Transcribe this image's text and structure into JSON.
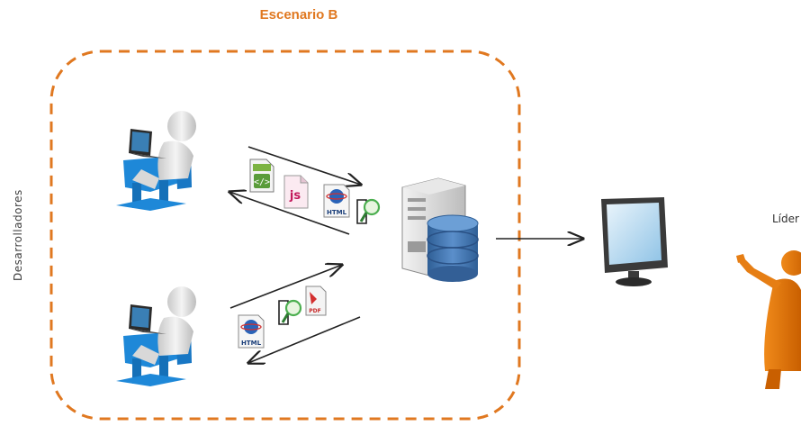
{
  "title": "Escenario B",
  "left_label": "Desarrolladores",
  "right_label": "Líder",
  "icons": {
    "html_label": "HTML",
    "js_label": "JS",
    "pdf_label": "PDF"
  },
  "colors": {
    "accent_orange": "#E07820",
    "chair_blue": "#1E88D8",
    "db_blue": "#3C74AE"
  }
}
